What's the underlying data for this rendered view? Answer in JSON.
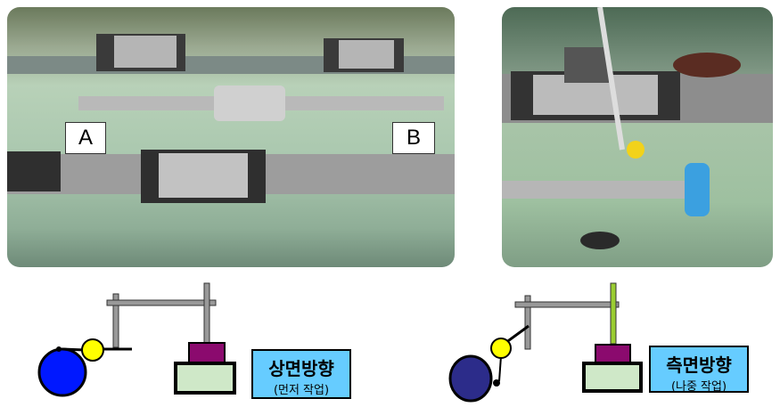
{
  "photos": {
    "left": {
      "label_a": "A",
      "label_b": "B"
    }
  },
  "diagrams": [
    {
      "title": "상면방향",
      "subtitle": "(먼저 작업)"
    },
    {
      "title": "측면방향",
      "subtitle": "(나중 작업)"
    }
  ],
  "colors": {
    "base": "#cfe8c8",
    "label_box": "#66ccff",
    "purple": "#8b0a6e",
    "blue": "#0018ff",
    "navy": "#2c2c8a",
    "yellow": "#ffff00"
  }
}
